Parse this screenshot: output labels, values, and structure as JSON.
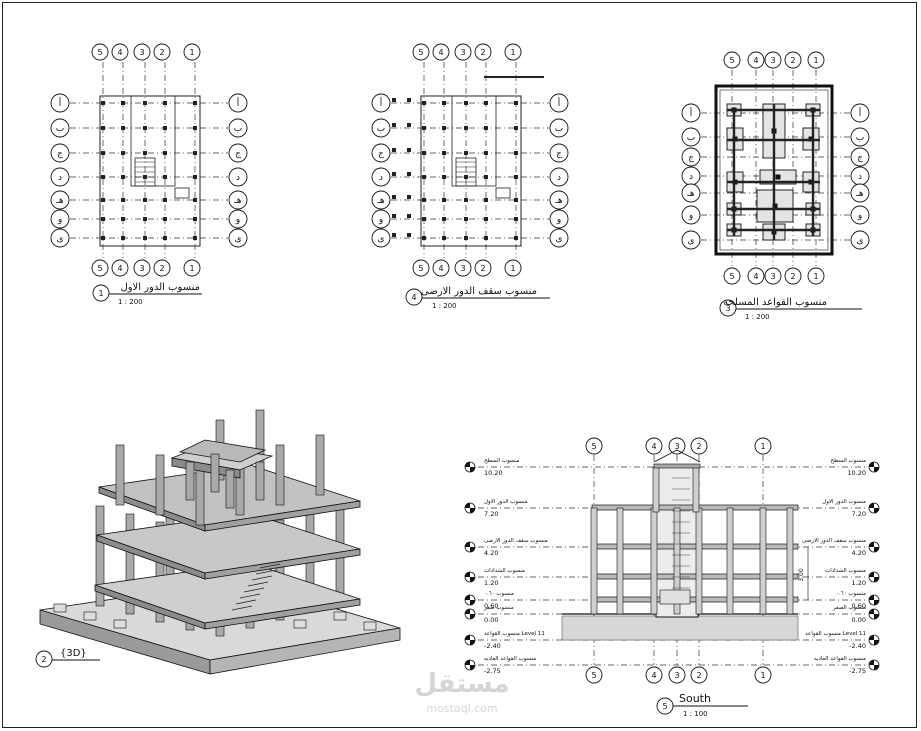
{
  "grid_numbers": [
    "5",
    "4",
    "3",
    "2",
    "1"
  ],
  "grid_letters": [
    "أ",
    "ب",
    "ج",
    "د",
    "هـ",
    "و",
    "ى"
  ],
  "views": [
    {
      "num": "1",
      "title": "منسوب الدور الاول",
      "scale": "1 : 200"
    },
    {
      "num": "4",
      "title": "منسوب سقف الدور الارضى",
      "scale": "1 : 200"
    },
    {
      "num": "3",
      "title": "منسوب القواعد المسلحه",
      "scale": "1 : 200"
    },
    {
      "num": "2",
      "title": "{3D}",
      "scale": ""
    },
    {
      "num": "5",
      "title": "South",
      "scale": "1 : 100"
    }
  ],
  "levels_left": [
    {
      "name": "منسوب السطح",
      "value": "10.20"
    },
    {
      "name": "منسوب الدور الاول",
      "value": "7.20"
    },
    {
      "name": "منسوب سقف الدور الارضى",
      "value": "4.20"
    },
    {
      "name": "منسوب الشدادات",
      "value": "1.20"
    },
    {
      "name": "منسوب ٠.٦٠",
      "value": "0.60"
    },
    {
      "name": "منسوب صفر",
      "value": "0.00"
    },
    {
      "name": "منسوب القواعد Level 11",
      "value": "-2.40"
    },
    {
      "name": "منسوب القواعد العاديه",
      "value": "-2.75"
    }
  ],
  "levels_right": [
    {
      "name": "منسوب السطح",
      "value": "10.20"
    },
    {
      "name": "منسوب الدور الاول",
      "value": "7.20"
    },
    {
      "name": "منسوب سقف الدور الارضى",
      "value": "4.20"
    },
    {
      "name": "منسوب الشدادات",
      "value": "1.20"
    },
    {
      "name": "منسوب ٠.٦٠",
      "value": "0.60"
    },
    {
      "name": "منسوب الصفر",
      "value": "0.00"
    },
    {
      "name": "منسوب القواعد Level 11",
      "value": "-2.40"
    },
    {
      "name": "منسوب القواعد العاديه",
      "value": "-2.75"
    }
  ],
  "dimension": "3.00",
  "watermark": {
    "logo": "مستقل",
    "url": "mostaql.com"
  }
}
